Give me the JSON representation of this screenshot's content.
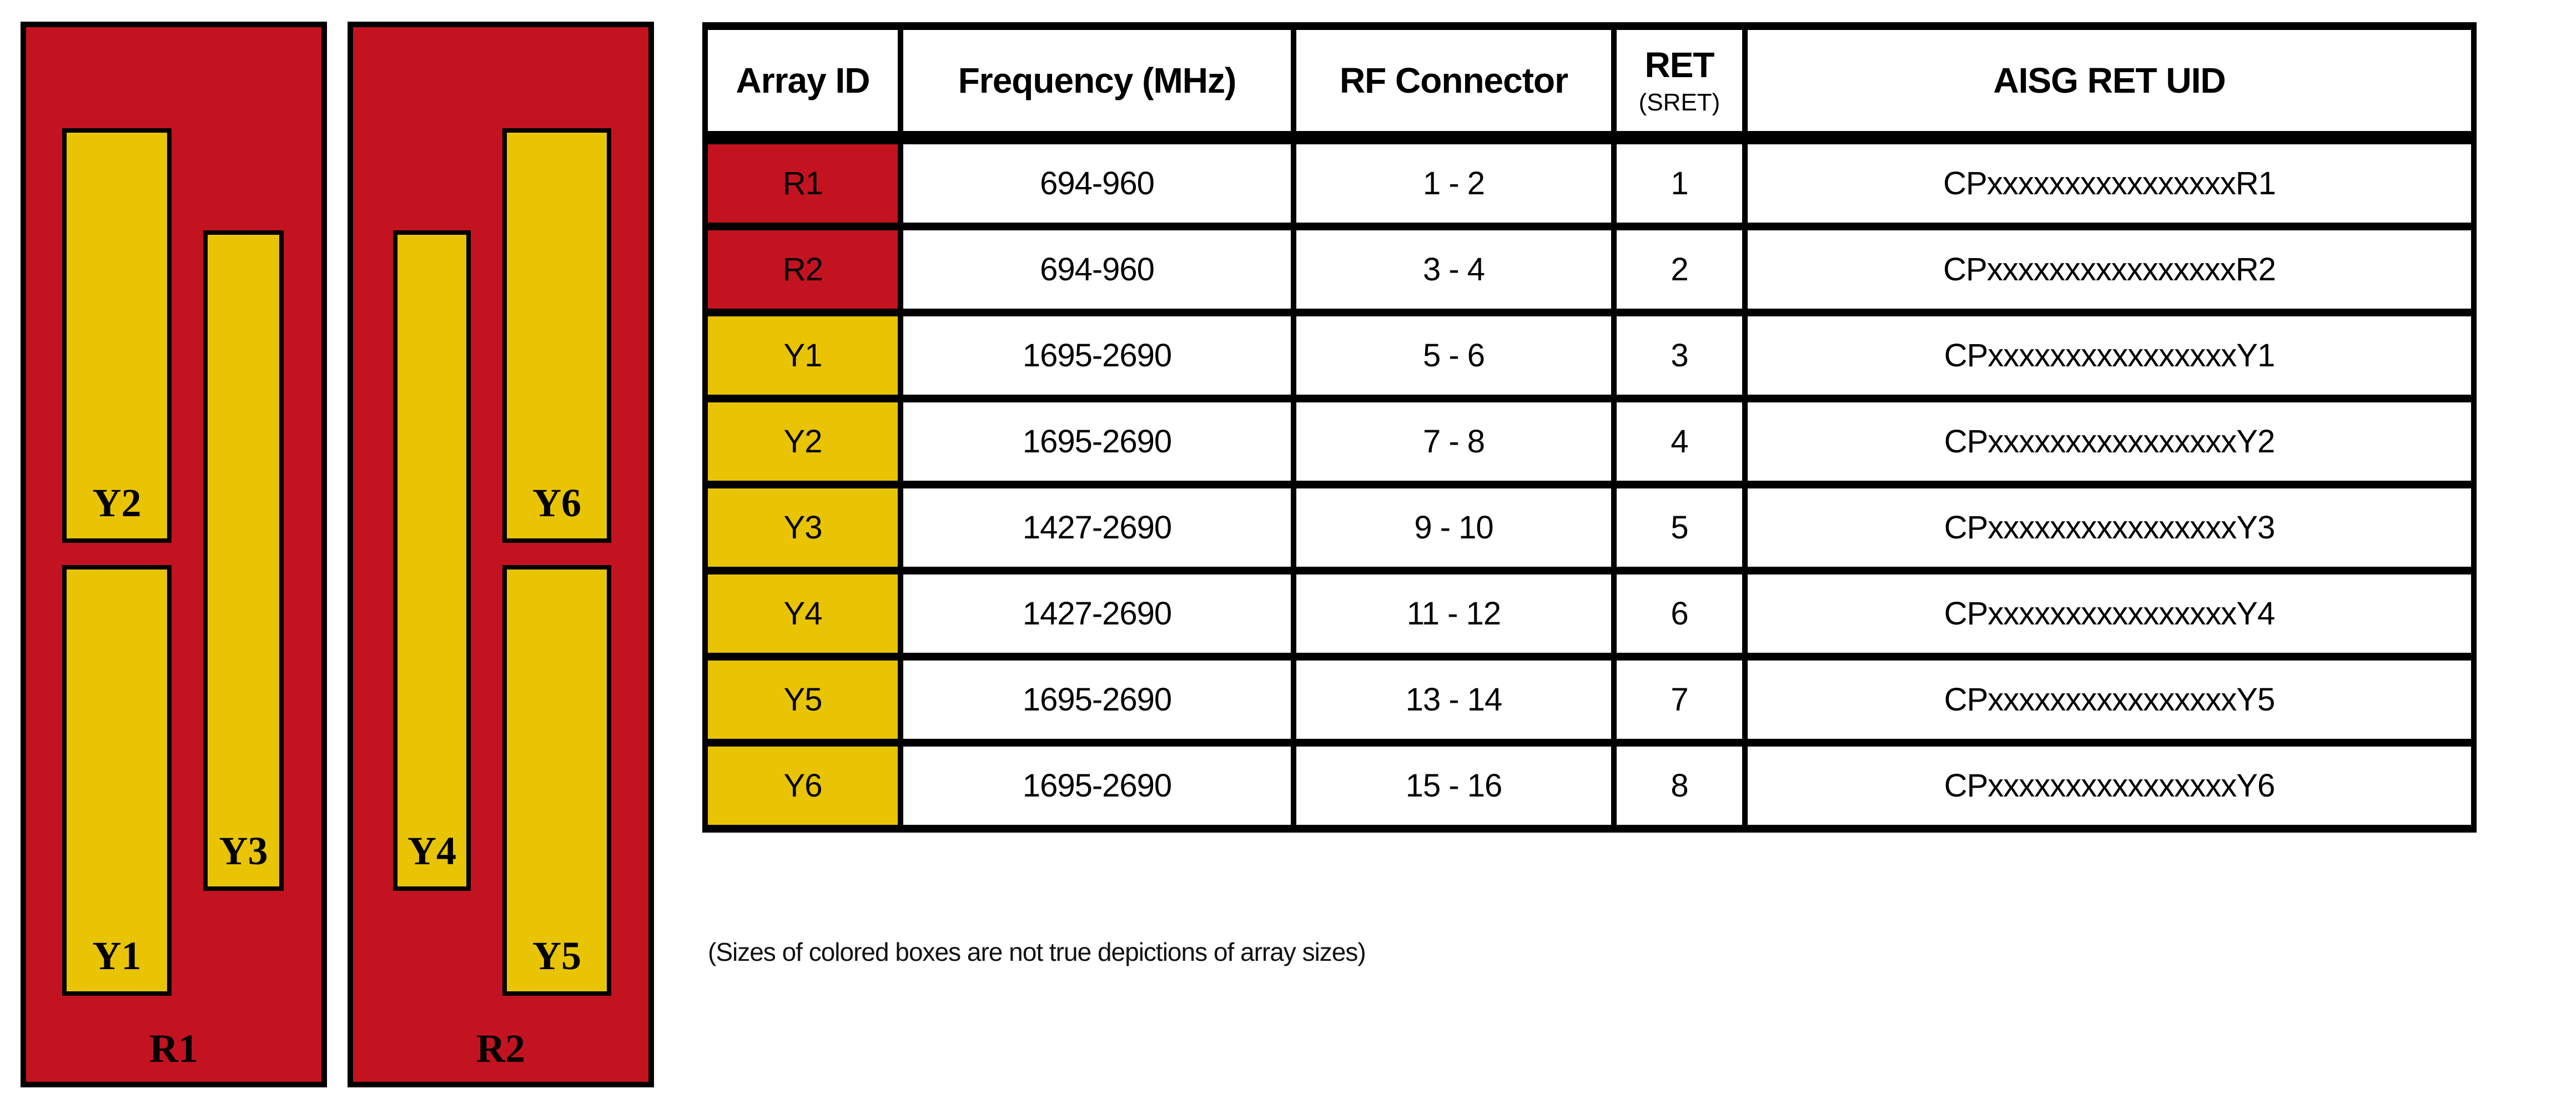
{
  "colors": {
    "red": "#C41320",
    "yellow": "#E8C405",
    "line": "#000000",
    "page_bg": "#FFFFFF"
  },
  "diagram": {
    "panels": [
      {
        "label": "R1",
        "color": "red",
        "boxes": [
          {
            "label": "Y2",
            "color": "yellow"
          },
          {
            "label": "Y1",
            "color": "yellow"
          },
          {
            "label": "Y3",
            "color": "yellow"
          }
        ]
      },
      {
        "label": "R2",
        "color": "red",
        "boxes": [
          {
            "label": "Y4",
            "color": "yellow"
          },
          {
            "label": "Y6",
            "color": "yellow"
          },
          {
            "label": "Y5",
            "color": "yellow"
          }
        ]
      }
    ]
  },
  "table": {
    "headers": {
      "array_id": "Array ID",
      "frequency": "Frequency (MHz)",
      "rf_connector": "RF Connector",
      "ret": "RET",
      "ret_sub": "(SRET)",
      "aisg_ret_uid": "AISG RET UID"
    },
    "rows": [
      {
        "array_id": "R1",
        "color": "red",
        "frequency": "694-960",
        "rf_connector": "1 - 2",
        "ret": "1",
        "aisg_ret_uid": "CPxxxxxxxxxxxxxxxxR1"
      },
      {
        "array_id": "R2",
        "color": "red",
        "frequency": "694-960",
        "rf_connector": "3 - 4",
        "ret": "2",
        "aisg_ret_uid": "CPxxxxxxxxxxxxxxxxR2"
      },
      {
        "array_id": "Y1",
        "color": "yellow",
        "frequency": "1695-2690",
        "rf_connector": "5 - 6",
        "ret": "3",
        "aisg_ret_uid": "CPxxxxxxxxxxxxxxxxY1"
      },
      {
        "array_id": "Y2",
        "color": "yellow",
        "frequency": "1695-2690",
        "rf_connector": "7 - 8",
        "ret": "4",
        "aisg_ret_uid": "CPxxxxxxxxxxxxxxxxY2"
      },
      {
        "array_id": "Y3",
        "color": "yellow",
        "frequency": "1427-2690",
        "rf_connector": "9 - 10",
        "ret": "5",
        "aisg_ret_uid": "CPxxxxxxxxxxxxxxxxY3"
      },
      {
        "array_id": "Y4",
        "color": "yellow",
        "frequency": "1427-2690",
        "rf_connector": "11 - 12",
        "ret": "6",
        "aisg_ret_uid": "CPxxxxxxxxxxxxxxxxY4"
      },
      {
        "array_id": "Y5",
        "color": "yellow",
        "frequency": "1695-2690",
        "rf_connector": "13 - 14",
        "ret": "7",
        "aisg_ret_uid": "CPxxxxxxxxxxxxxxxxY5"
      },
      {
        "array_id": "Y6",
        "color": "yellow",
        "frequency": "1695-2690",
        "rf_connector": "15 - 16",
        "ret": "8",
        "aisg_ret_uid": "CPxxxxxxxxxxxxxxxxY6"
      }
    ]
  },
  "footnote": "(Sizes of colored boxes are not true depictions of array sizes)"
}
